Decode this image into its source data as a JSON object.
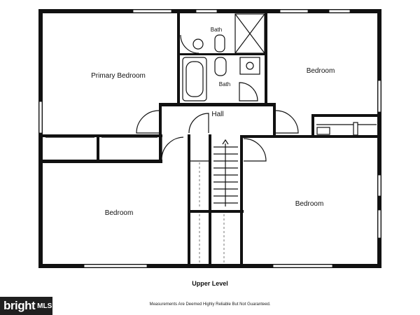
{
  "rooms": {
    "primary_bedroom": "Primary Bedroom",
    "bath_top": "Bath",
    "bath_bottom": "Bath",
    "bedroom_ne": "Bedroom",
    "hall": "Hall",
    "bedroom_sw": "Bedroom",
    "bedroom_se": "Bedroom"
  },
  "level_label": "Upper Level",
  "disclaimer": "Measurements Are Deemed Highly Reliable But Not Guaranteed.",
  "watermark": {
    "brand": "bright",
    "suffix": "MLS"
  },
  "colors": {
    "wall": "#111111",
    "background": "#ffffff",
    "watermark_bg": "#1f1f1f"
  }
}
